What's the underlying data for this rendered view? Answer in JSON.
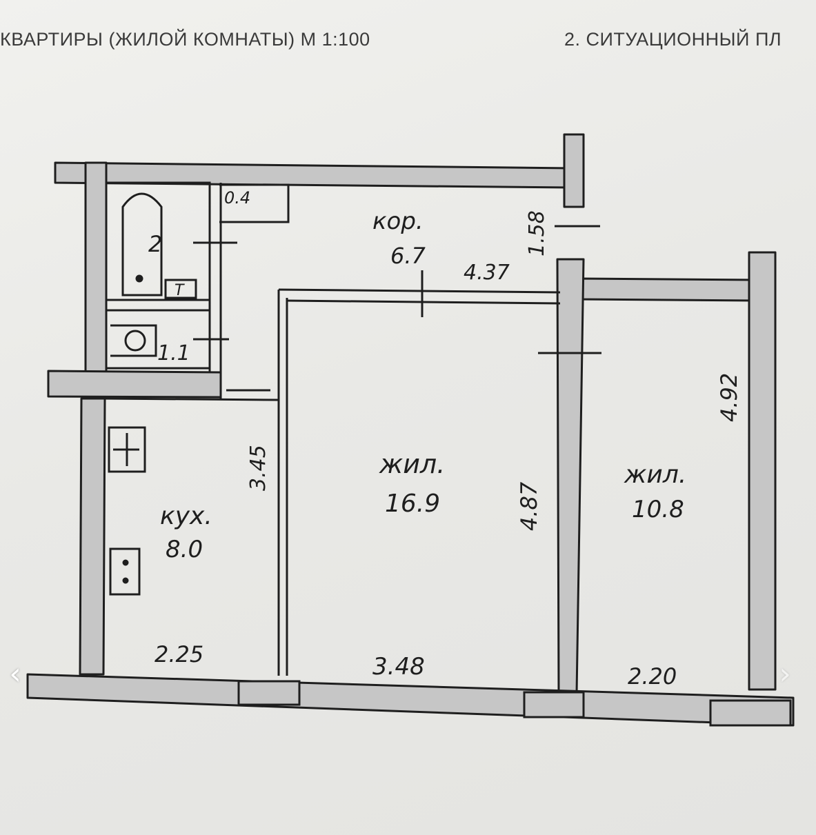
{
  "header": {
    "left_title": "КВАРТИРЫ (ЖИЛОЙ КОМНАТЫ) М 1:100",
    "right_title": "2. СИТУАЦИОННЫЙ ПЛ"
  },
  "rooms": {
    "corridor": {
      "name": "кор.",
      "area": "6.7"
    },
    "bathroom": {
      "number": "2"
    },
    "toilet": {
      "area": "1.1"
    },
    "closet": {
      "area": "0.4"
    },
    "kitchen": {
      "name": "кух.",
      "area": "8.0"
    },
    "living_main": {
      "name": "жил.",
      "area": "16.9"
    },
    "living_small": {
      "name": "жил.",
      "area": "10.8"
    }
  },
  "dimensions": {
    "corridor_width": "1.58",
    "corridor_length": "4.37",
    "kitchen_length": "3.45",
    "kitchen_width": "2.25",
    "living_main_length": "4.87",
    "living_main_width": "3.48",
    "living_small_length": "4.92",
    "living_small_width": "2.20"
  },
  "fixtures": {
    "toilet_mark": "Т"
  },
  "navigation": {
    "prev_icon": "chevron-left-icon",
    "next_icon": "chevron-right-icon",
    "prev_glyph": "‹",
    "next_glyph": "›"
  },
  "colors": {
    "ink": "#1e1e1e",
    "wall_fill": "#c6c6c6",
    "paper": "#ededea"
  }
}
